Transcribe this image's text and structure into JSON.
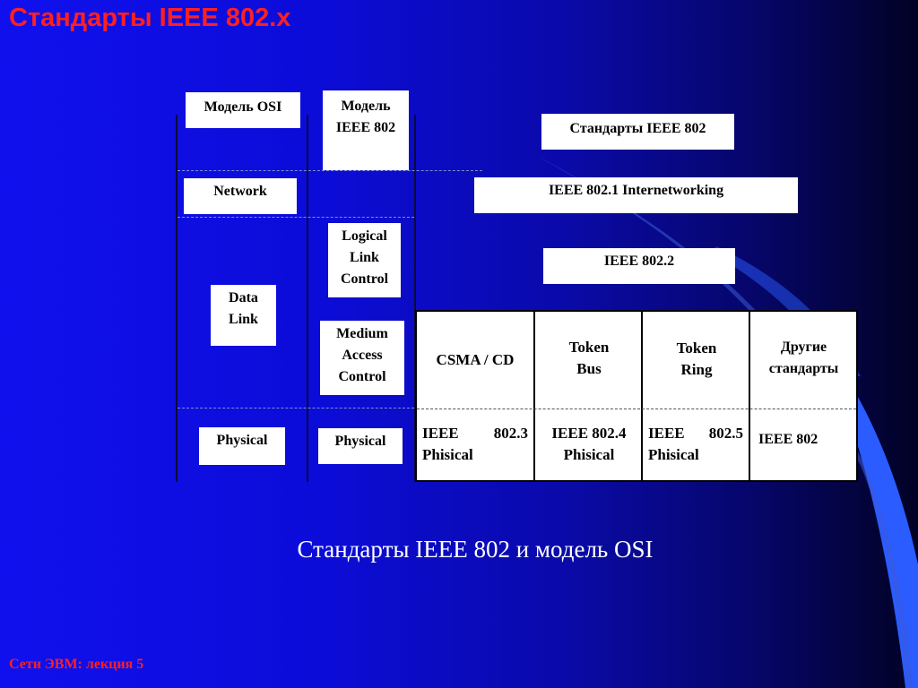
{
  "slide": {
    "title": "Стандарты IEEE 802.x",
    "caption": "Стандарты IEEE 802 и модель OSI",
    "footer": "Сети ЭВМ: лекция 5"
  },
  "diagram": {
    "osi_header": "Модель OSI",
    "ieee_header_1": "Модель",
    "ieee_header_2": "IEEE 802",
    "standards_header": "Стандарты IEEE 802",
    "osi_layers": {
      "network": "Network",
      "datalink_1": "Data",
      "datalink_2": "Link",
      "physical": "Physical"
    },
    "ieee_layers": {
      "llc_1": "Logical",
      "llc_2": "Link",
      "llc_3": "Control",
      "mac_1": "Medium",
      "mac_2": "Access",
      "mac_3": "Control",
      "physical": "Physical"
    },
    "standards": {
      "internetworking": "IEEE 802.1 Internetworking",
      "llc": "IEEE 802.2"
    },
    "mac_table": [
      {
        "top_1": "CSMA / CD",
        "top_2": "",
        "bottom_a": "IEEE",
        "bottom_b": "802.3",
        "bottom_2": "Phisical"
      },
      {
        "top_1": "Token",
        "top_2": "Bus",
        "bottom_a": "IEEE 802.4",
        "bottom_b": "",
        "bottom_2": "Phisical"
      },
      {
        "top_1": "Token",
        "top_2": "Ring",
        "bottom_a": "IEEE",
        "bottom_b": "802.5",
        "bottom_2": "Phisical"
      },
      {
        "top_1": "Другие",
        "top_2": "стандарты",
        "bottom_a": "IEEE 802",
        "bottom_b": "",
        "bottom_2": ""
      }
    ]
  },
  "colors": {
    "title": "#ff2020",
    "background_left": "#1010ee",
    "background_right": "#020225",
    "swoosh": "#2a5cff"
  }
}
